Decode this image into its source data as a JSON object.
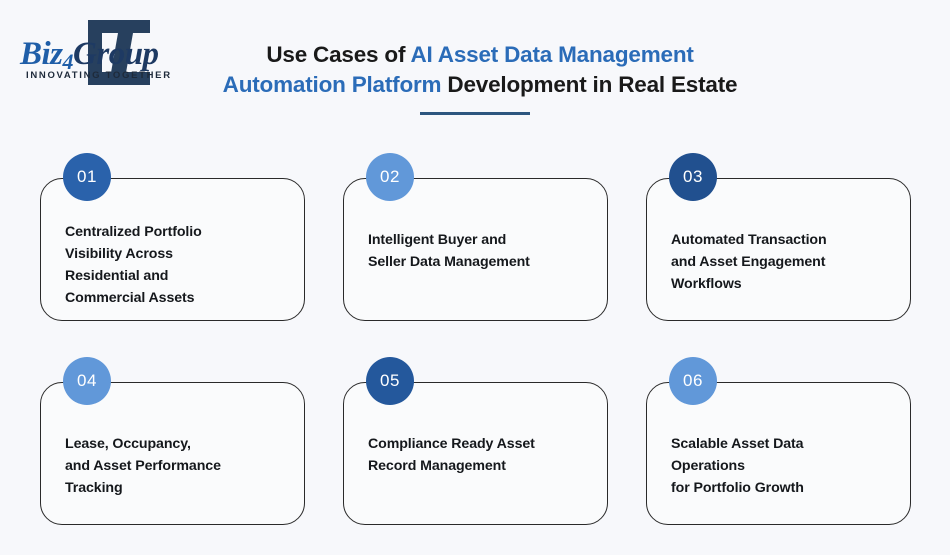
{
  "brand": {
    "name_part1": "Biz",
    "name_four": "4",
    "name_part2": "Group",
    "tagline": "INNOVATING TOGETHER",
    "mark": "square-bracket-logo-mark",
    "word_color": "#1f5ea8",
    "mark_color": "#27405e"
  },
  "header": {
    "title_line1_plain": "Use Cases of ",
    "title_line1_highlight": "AI Asset Data Management",
    "title_line2_highlight": "Automation Platform",
    "title_line2_plain": " Development in Real Estate",
    "accent_color": "#2b6cb8",
    "rule_color": "#2d567f"
  },
  "theme": {
    "background": "#f7f8fb",
    "card_background": "#fafbfc",
    "card_border": "#2a2a2a",
    "badge_dark": "#2a62ab",
    "badge_light": "#6198d9",
    "text_color": "#15181c"
  },
  "cards": [
    {
      "number": "01",
      "badge_color": "#2a62ab",
      "text": "Centralized Portfolio\nVisibility Across\nResidential and\nCommercial Assets"
    },
    {
      "number": "02",
      "badge_color": "#6198d9",
      "text": "Intelligent Buyer and\nSeller Data Management"
    },
    {
      "number": "03",
      "badge_color": "#21508f",
      "text": "Automated Transaction\nand Asset Engagement\nWorkflows"
    },
    {
      "number": "04",
      "badge_color": "#6198d9",
      "text": "Lease, Occupancy,\nand Asset Performance\nTracking"
    },
    {
      "number": "05",
      "badge_color": "#24589c",
      "text": "Compliance Ready Asset\nRecord Management"
    },
    {
      "number": "06",
      "badge_color": "#6198d9",
      "text": "Scalable Asset Data\nOperations\nfor Portfolio Growth"
    }
  ]
}
